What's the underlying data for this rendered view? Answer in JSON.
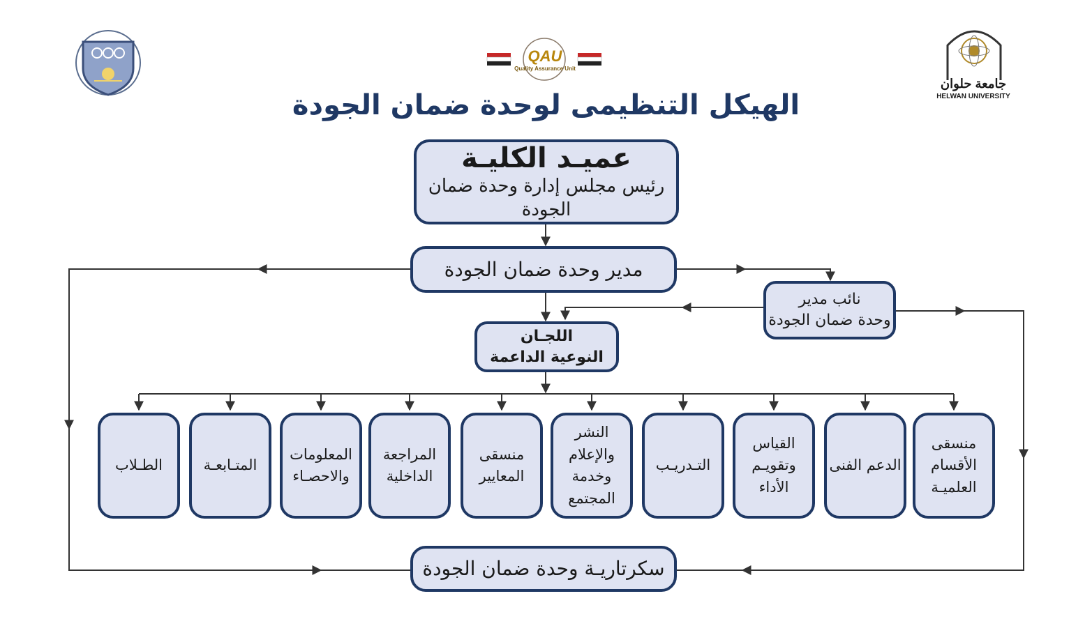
{
  "title": "الهيكل التنظيمى لوحدة ضمان الجودة",
  "logos": {
    "center_abbrev": "QAU",
    "center_name": "Quality Assurance Unit",
    "right_name_ar": "جامعة حلوان",
    "right_name_en": "HELWAN UNIVERSITY"
  },
  "colors": {
    "box_fill": "#dfe3f2",
    "box_border": "#1f3864",
    "title": "#1f3864",
    "line": "#333333"
  },
  "nodes": {
    "dean": {
      "title": "عميـد الكليـة",
      "subtitle": "رئيس مجلس إدارة وحدة ضمان الجودة"
    },
    "director": "مدير وحدة ضمان الجودة",
    "deputy": [
      "نائب مدير",
      "وحدة ضمان الجودة"
    ],
    "committees": [
      "اللجـان",
      "النوعية الداعمة"
    ],
    "secretariat": "سكرتاريـة وحدة ضمان الجودة"
  },
  "departments": [
    [
      "منسقى",
      "الأقسام",
      "العلميـة"
    ],
    [
      "الدعم الفنى"
    ],
    [
      "القياس",
      "وتقويـم",
      "الأداء"
    ],
    [
      "التـدريـب"
    ],
    [
      "النشر",
      "والإعلام وخدمة",
      "المجتمع"
    ],
    [
      "منسقى",
      "المعايير"
    ],
    [
      "المراجعة",
      "الداخلية"
    ],
    [
      "المعلومات",
      "والاحصـاء"
    ],
    [
      "المتـابعـة"
    ],
    [
      "الطـلاب"
    ]
  ]
}
